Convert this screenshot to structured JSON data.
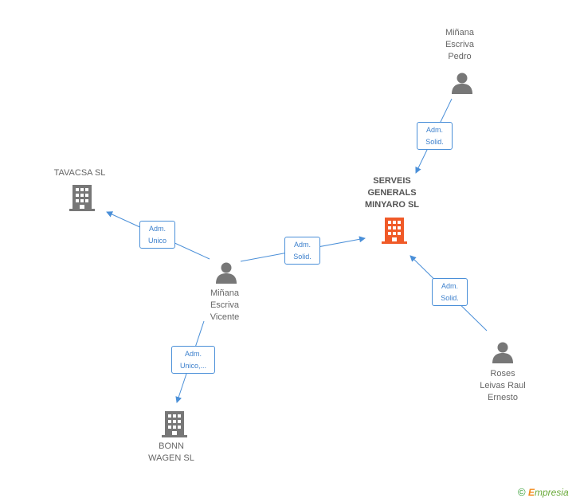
{
  "nodes": {
    "pedro": {
      "lines": [
        "Miñana",
        "Escriva",
        "Pedro"
      ]
    },
    "serveis": {
      "lines": [
        "SERVEIS",
        "GENERALS",
        "MINYARO SL"
      ]
    },
    "tavacsa": {
      "lines": [
        "TAVACSA SL"
      ]
    },
    "vicente": {
      "lines": [
        "Miñana",
        "Escriva",
        "Vicente"
      ]
    },
    "roses": {
      "lines": [
        "Roses",
        "Leivas Raul",
        "Ernesto"
      ]
    },
    "bonn": {
      "lines": [
        "BONN",
        "WAGEN SL"
      ]
    }
  },
  "relations": {
    "pedro_serveis": [
      "Adm.",
      "Solid."
    ],
    "vicente_tavacsa": [
      "Adm.",
      "Unico"
    ],
    "vicente_serveis": [
      "Adm.",
      "Solid."
    ],
    "roses_serveis": [
      "Adm.",
      "Solid."
    ],
    "vicente_bonn": [
      "Adm.",
      "Unico,..."
    ]
  },
  "footer": {
    "copyright": "©",
    "brand_initial": "E",
    "brand_rest": "mpresia"
  },
  "colors": {
    "edge": "#4a8fd8",
    "person_icon": "#777777",
    "company_icon": "#777777",
    "focus_company_icon": "#f05a28"
  }
}
